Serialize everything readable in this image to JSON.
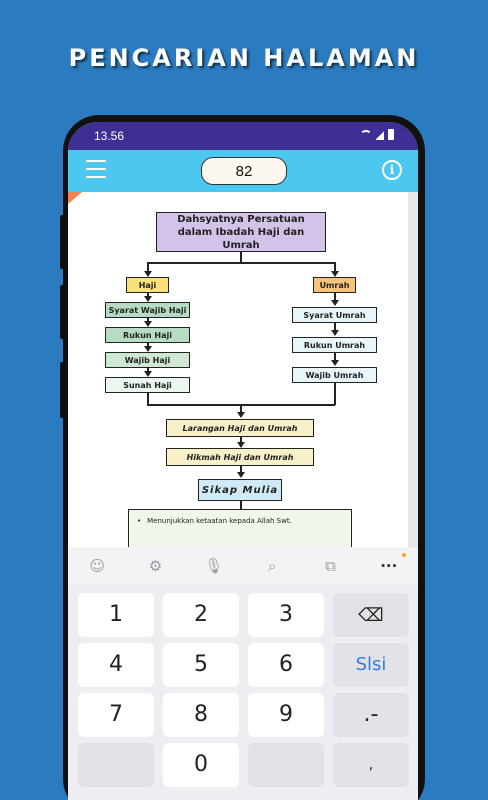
{
  "promo": {
    "title": "PENCARIAN HALAMAN"
  },
  "status_bar": {
    "time": "13.56"
  },
  "app_bar": {
    "page_number": "82"
  },
  "diagram": {
    "main": "Dahsyatnya Persatuan dalam Ibadah Haji dan Umrah",
    "haji": "Haji",
    "haji_items": [
      "Syarat Wajib Haji",
      "Rukun Haji",
      "Wajib Haji",
      "Sunah Haji"
    ],
    "umrah": "Umrah",
    "umrah_items": [
      "Syarat Umrah",
      "Rukun Umrah",
      "Wajib Umrah"
    ],
    "larangan": "Larangan Haji dan Umrah",
    "hikmah": "Hikmah Haji dan Umrah",
    "sikap": "Sikap Mulia",
    "bullet": "Menunjukkan ketaatan kepada Allah Swt."
  },
  "toolbar": {
    "icons": [
      "emoji-icon",
      "gear-icon",
      "mic-icon",
      "search-icon",
      "translate-icon",
      "more-icon"
    ],
    "more_label": "···"
  },
  "keyboard": {
    "row1": [
      "1",
      "2",
      "3"
    ],
    "row2": [
      "4",
      "5",
      "6"
    ],
    "row3": [
      "7",
      "8",
      "9"
    ],
    "row4": [
      "",
      "0",
      ""
    ],
    "next_label": "Slsi",
    "symbols_label": ".-",
    "comma_label": ","
  },
  "colors": {
    "background": "#2a7bbf",
    "status_bar": "#3d2f93",
    "app_bar": "#4cc8f0",
    "main_box": "#d4c3e8",
    "haji_box": "#f9e27a",
    "haji_item": "#b6dcc4",
    "umrah_box": "#f9c27a",
    "umrah_item": "#e8f6fa",
    "bottom_box": "#f7f0c8",
    "sikap_box": "#cfeaf6"
  }
}
